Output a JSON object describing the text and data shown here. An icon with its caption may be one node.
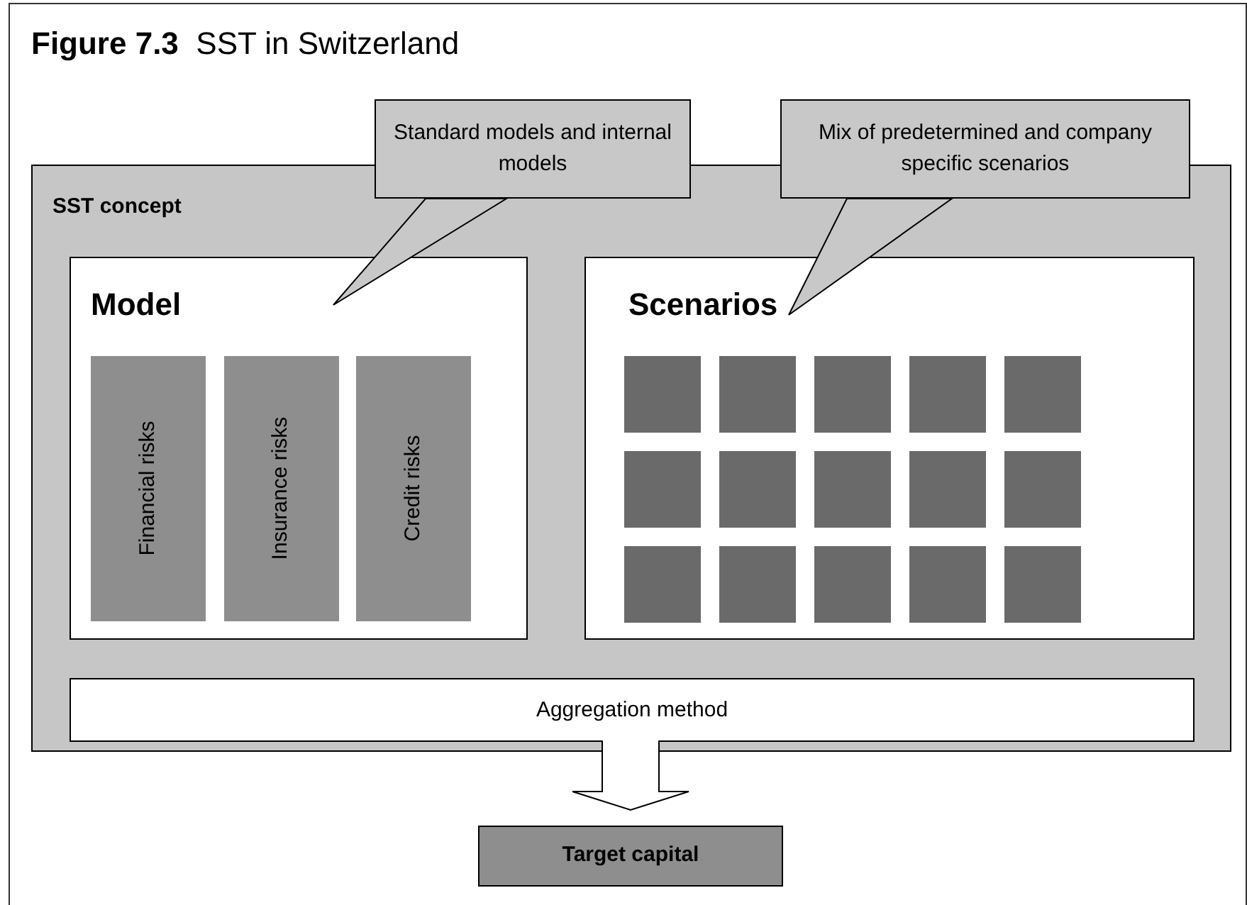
{
  "diagram": {
    "title": "**Figure 7.3**  SST in Switzerland",
    "nodes": [
      {
        "text": [
          "SST concept"
        ]
      },
      {
        "text": [
          "Model"
        ],
        "in": 0
      },
      {
        "text": [
          "Financial risks"
        ],
        "in": 1
      },
      {
        "text": [
          "Insurance risks"
        ],
        "in": 1
      },
      {
        "text": [
          "Credit risks"
        ],
        "in": 1
      },
      {
        "text": [
          "Scenarios"
        ],
        "in": 0
      },
      {
        "text": [],
        "shape": "box",
        "in": 5
      },
      {
        "text": [],
        "shape": "box",
        "in": 5
      },
      {
        "text": [],
        "shape": "box",
        "in": 5
      },
      {
        "text": [],
        "shape": "box",
        "in": 5
      },
      {
        "text": [],
        "shape": "box",
        "in": 5
      },
      {
        "text": [],
        "shape": "box",
        "in": 5
      },
      {
        "text": [],
        "shape": "box",
        "in": 5
      },
      {
        "text": [],
        "shape": "box",
        "in": 5
      },
      {
        "text": [],
        "shape": "box",
        "in": 5
      },
      {
        "text": [],
        "shape": "box",
        "in": 5
      },
      {
        "text": [],
        "shape": "box",
        "in": 5
      },
      {
        "text": [],
        "shape": "box",
        "in": 5
      },
      {
        "text": [],
        "shape": "box",
        "in": 5
      },
      {
        "text": [],
        "shape": "box",
        "in": 5
      },
      {
        "text": [],
        "shape": "box",
        "in": 5
      },
      {
        "text": [
          "Aggregation method"
        ],
        "in": 0
      },
      {
        "text": [
          "Target capital"
        ]
      },
      {
        "text": [
          "Standard models and internal models"
        ]
      },
      {
        "text": [
          "Mix of predetermined and company specific scenarios"
        ]
      }
    ],
    "edges": [
      {
        "from": 23,
        "to": 1,
        "arrow": "none"
      },
      {
        "from": 24,
        "to": 5,
        "arrow": "to"
      },
      {
        "from": 21,
        "to": 22,
        "arrow": "to",
        "style": "thick"
      }
    ]
  }
}
